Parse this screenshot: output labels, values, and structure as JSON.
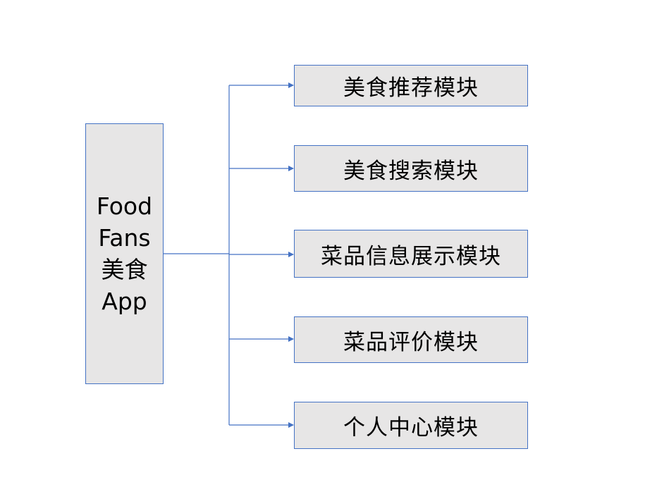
{
  "root": {
    "lines": [
      "Food",
      "Fans",
      "美食",
      "App"
    ]
  },
  "modules": [
    {
      "label": "美食推荐模块"
    },
    {
      "label": "美食搜索模块"
    },
    {
      "label": "菜品信息展示模块"
    },
    {
      "label": "菜品评价模块"
    },
    {
      "label": "个人中心模块"
    }
  ],
  "colors": {
    "box_fill": "#e7e6e6",
    "border": "#4472c4",
    "connector": "#4472c4",
    "text": "#000000"
  }
}
